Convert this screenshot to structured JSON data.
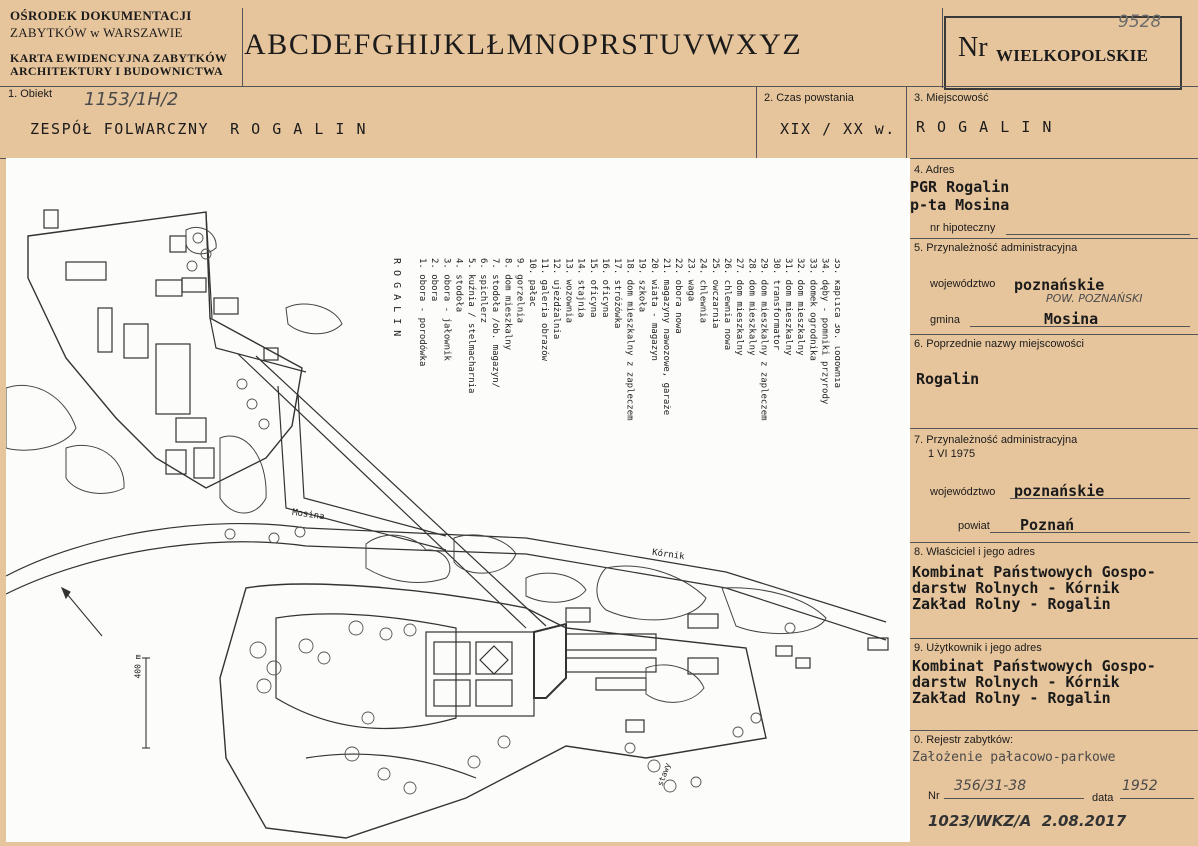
{
  "header": {
    "org_line1": "OŚRODEK DOKUMENTACJI",
    "org_line2": "ZABYTKÓW w WARSZAWIE",
    "card_line1": "KARTA EWIDENCYJNA ZABYTKÓW",
    "card_line2": "ARCHITEKTURY I BUDOWNICTWA",
    "alphabet": [
      "A",
      "B",
      "C",
      "D",
      "E",
      "F",
      "G",
      "H",
      "I",
      "J",
      "K",
      "L",
      "Ł",
      "M",
      "N",
      "O",
      "P",
      "R",
      "S",
      "T",
      "U",
      "V",
      "W",
      "X",
      "Y",
      "Z"
    ],
    "nr_label": "Nr",
    "voivodeship": "WIELKOPOLSKIE",
    "number": "9528"
  },
  "fields": {
    "obiekt_label": "1. Obiekt",
    "obiekt_number": "1153/1H/2",
    "obiekt_value": "ZESPÓŁ FOLWARCZNY  R O G A L I N",
    "czas_label": "2. Czas powstania",
    "czas_value": "XIX / XX w.",
    "miejscowosc_label": "3. Miejscowość",
    "miejscowosc_value": "R O G A L I N",
    "adres_label": "4. Adres",
    "adres_line1": "PGR Rogalin",
    "adres_line2": "p-ta Mosina",
    "nr_hipoteczny_label": "nr hipoteczny",
    "przyn_adm_label": "5. Przynależność administracyjna",
    "wojewodztwo_label": "województwo",
    "wojewodztwo_value": "poznańskie",
    "wojewodztwo_note": "POW. POZNAŃSKI",
    "gmina_label": "gmina",
    "gmina_value": "Mosina",
    "poprzednie_label": "6. Poprzednie nazwy miejscowości",
    "poprzednie_value": "Rogalin",
    "przyn_1975_label": "7. Przynależność administracyjna",
    "przyn_1975_date": "1 VI 1975",
    "wojewodztwo2_label": "województwo",
    "wojewodztwo2_value": "poznańskie",
    "powiat_label": "powiat",
    "powiat_value": "Poznań",
    "wlasciciel_label": "8. Właściciel i jego adres",
    "wlasciciel_lines": [
      "Kombinat Państwowych Gospo-",
      "darstw Rolnych - Kórnik",
      "Zakład Rolny - Rogalin"
    ],
    "uzytkownik_label": "9. Użytkownik i jego adres",
    "uzytkownik_lines": [
      "Kombinat Państwowych Gospo-",
      "darstw Rolnych - Kórnik",
      "Zakład Rolny - Rogalin"
    ],
    "rejestr_label": "0. Rejestr zabytków:",
    "rejestr_value": "Założenie pałacowo-parkowe",
    "rejestr_nr_label": "Nr",
    "rejestr_nr_value": "356/31-38",
    "data_label": "data",
    "data_value": "1952",
    "bottom_handwriting": "1023/WKZ/A  2.08.2017"
  },
  "map": {
    "legend_title": "R O G A L I N",
    "legend": [
      "1. obora - porodówka",
      "2. obora",
      "3. obora - jałownik",
      "4. stodoła",
      "5. kuźnia / stelmacharnia",
      "6. spichlerz",
      "7. stodoła /ob. magazyn/",
      "8. dom mieszkalny",
      "9. gorzelnia",
      "10. pałac",
      "11. galeria obrazów",
      "12. ujeżdżalnia",
      "13. wozownia",
      "14. stajnia",
      "15. oficyna",
      "16. oficyna",
      "17. stróżówka",
      "18. dom mieszkalny z zapleczem",
      "19. szkoła",
      "20. wiata - magazyn",
      "21. magazyny nawozowe, garaże",
      "22. obora nowa",
      "23. waga",
      "24. chlewnia",
      "25. owczarnia",
      "26. chlewnia nowa",
      "27. dom mieszkalny",
      "28. dom mieszkalny",
      "29. dom mieszkalny z zapleczem",
      "30. transformator",
      "31. dom mieszkalny",
      "32. dom mieszkalny",
      "33. domek ogrodnika",
      "34. dęby - pomniki przyrody",
      "35. kaplica     36. lodownia"
    ],
    "road_mosina": "Mosina",
    "road_kornik": "Kórnik",
    "scale_label": "400 m",
    "stawy_label": "stawy"
  }
}
